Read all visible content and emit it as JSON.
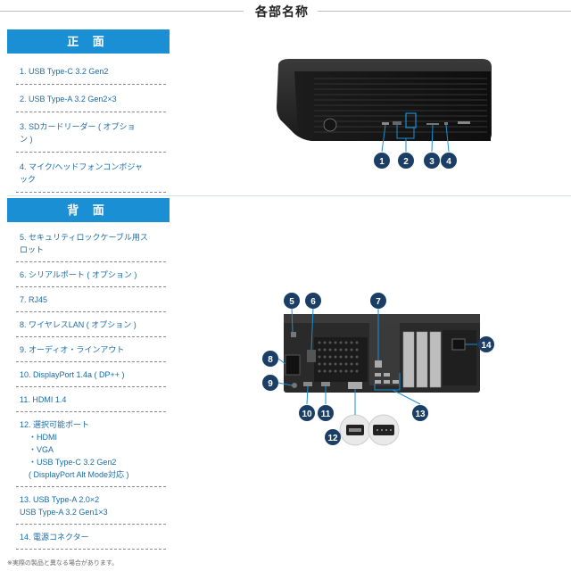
{
  "page": {
    "title": "各部名称"
  },
  "front": {
    "header": "正 面",
    "items": [
      {
        "lines": [
          "1. USB Type-C 3.2 Gen2"
        ]
      },
      {
        "lines": [
          "2. USB Type-A 3.2 Gen2×3"
        ]
      },
      {
        "lines": [
          "3. SDカードリーダー ( オプショ",
          "ン )"
        ]
      },
      {
        "lines": [
          "4. マイク/ヘッドフォンコンボジャ",
          "ック"
        ]
      }
    ],
    "callouts": [
      "1",
      "2",
      "3",
      "4"
    ]
  },
  "back": {
    "header": "背 面",
    "items": [
      {
        "lines": [
          "5. セキュリティロックケーブル用ス",
          "ロット"
        ]
      },
      {
        "lines": [
          "6. シリアルポート ( オプション )"
        ]
      },
      {
        "lines": [
          "7. RJ45"
        ]
      },
      {
        "lines": [
          "8. ワイヤレスLAN ( オプション )"
        ]
      },
      {
        "lines": [
          "9. オーディオ・ラインアウト"
        ]
      },
      {
        "lines": [
          "10. DisplayPort 1.4a ( DP++ )"
        ]
      },
      {
        "lines": [
          "11. HDMI 1.4"
        ]
      },
      {
        "lines": [
          "12. 選択可能ポート"
        ],
        "subs": [
          "・HDMI",
          "・VGA",
          "・USB Type-C 3.2 Gen2",
          "( DisplayPort Alt Mode対応 )"
        ]
      },
      {
        "lines": [
          "13. USB Type-A 2.0×2",
          "USB Type-A 3.2 Gen1×3"
        ]
      },
      {
        "lines": [
          "14. 電源コネクター"
        ]
      }
    ],
    "callouts": [
      "5",
      "6",
      "7",
      "8",
      "9",
      "10",
      "11",
      "12",
      "13",
      "14"
    ]
  },
  "footnote": "※実際の製品と異なる場合があります。",
  "colors": {
    "accent": "#1a8fd4",
    "callout": "#1b3e66",
    "link": "#1a6ca8"
  }
}
